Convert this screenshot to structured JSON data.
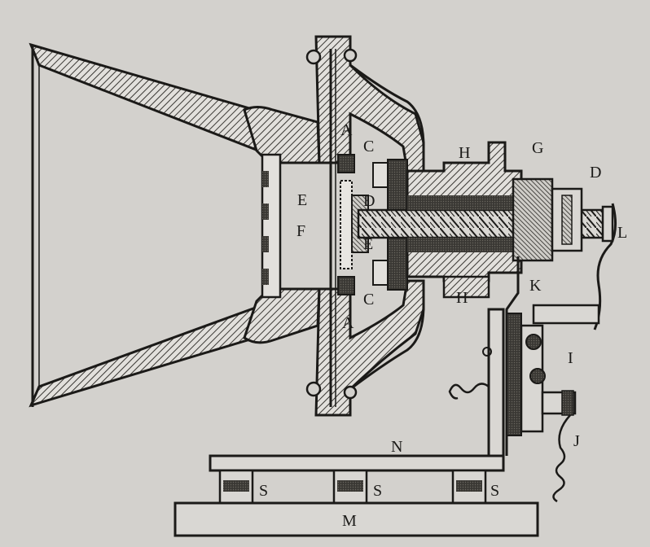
{
  "colors": {
    "paper": "#d3d1cd",
    "ink": "#1b1a18",
    "hatch": "#3a3834"
  },
  "labels": {
    "A_top": "A",
    "A_bottom": "A",
    "C_top": "C",
    "C_bottom": "C",
    "D_inner": "D",
    "D_outer": "D",
    "E_upper": "E",
    "E_lower": "E",
    "F": "F",
    "G": "G",
    "H_top": "H",
    "H_bottom": "H",
    "I": "I",
    "J": "J",
    "K": "K",
    "L": "L",
    "M": "M",
    "N": "N",
    "S_left": "S",
    "S_middle": "S",
    "S_right": "S"
  }
}
